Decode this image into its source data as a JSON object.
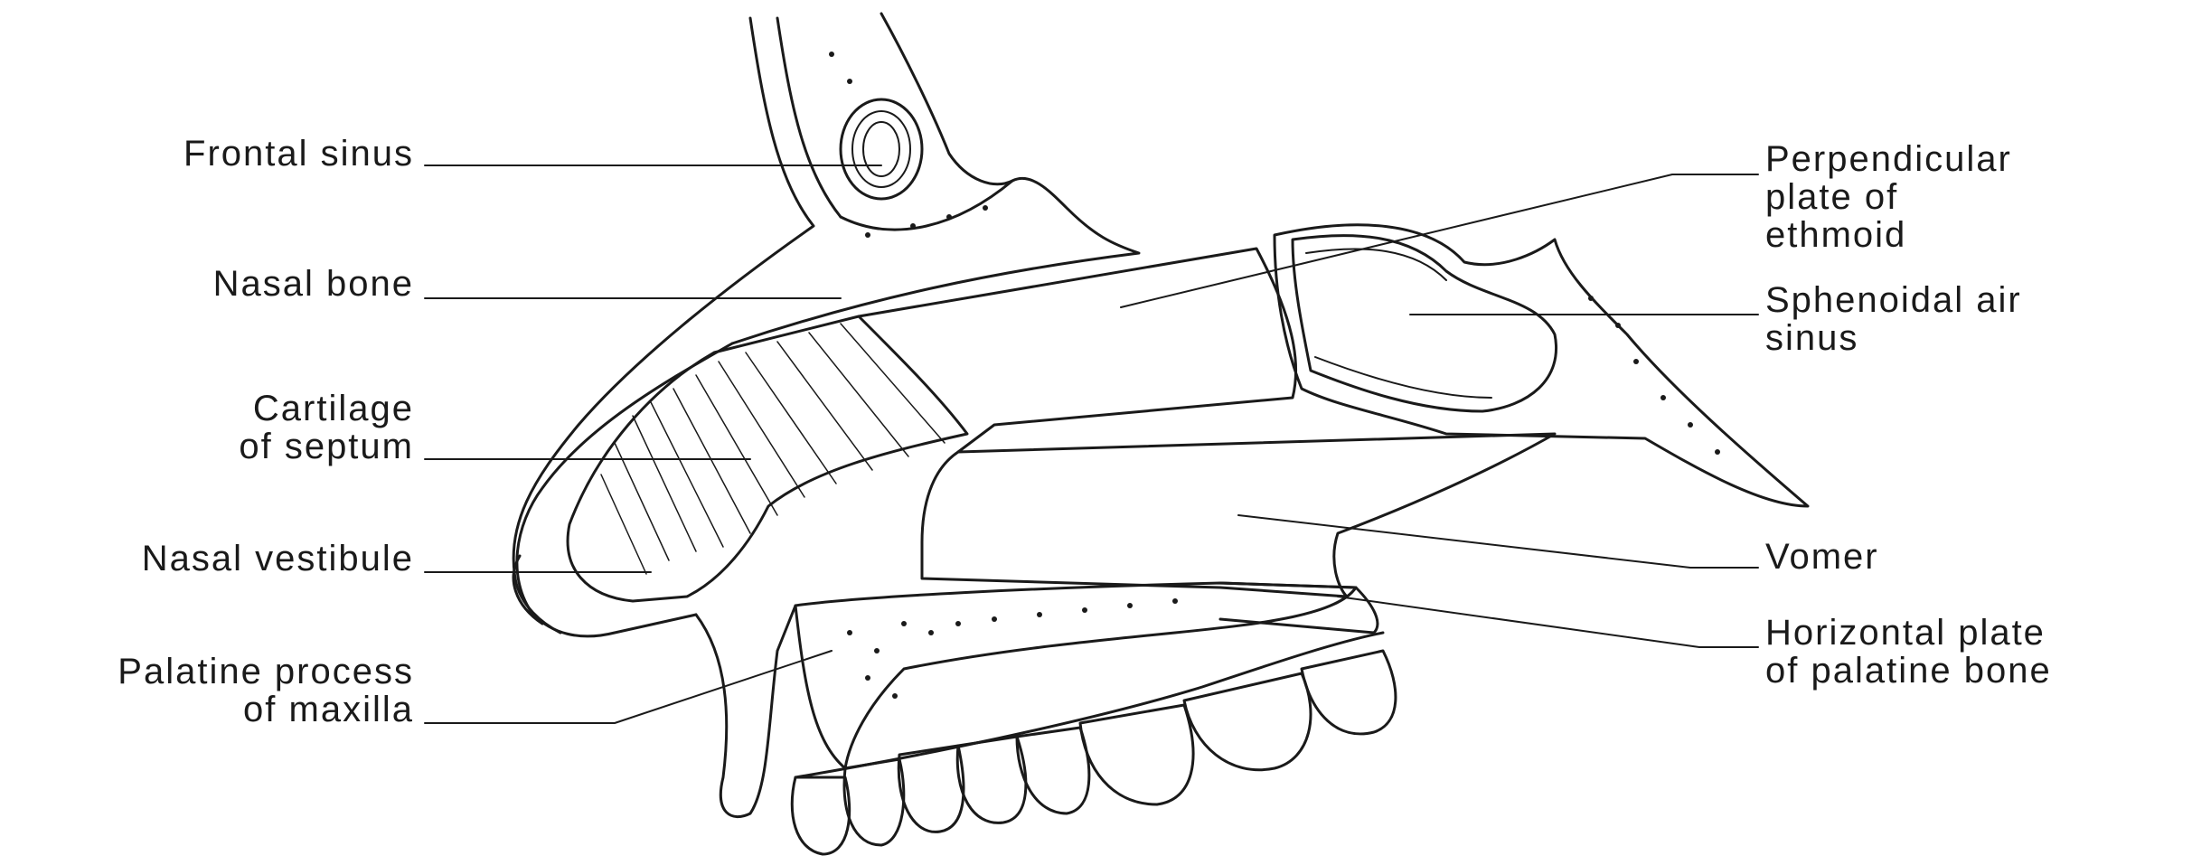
{
  "labels": {
    "frontal_sinus": "Frontal sinus",
    "nasal_bone": "Nasal bone",
    "cartilage_line1": "Cartilage",
    "cartilage_line2": "of septum",
    "nasal_vestibule": "Nasal vestibule",
    "palatine_process_line1": "Palatine process",
    "palatine_process_line2": "of maxilla",
    "perpendicular_line1": "Perpendicular",
    "perpendicular_line2": "plate of",
    "perpendicular_line3": "ethmoid",
    "sphenoidal_line1": "Sphenoidal air",
    "sphenoidal_line2": "sinus",
    "vomer": "Vomer",
    "horizontal_line1": "Horizontal plate",
    "horizontal_line2": "of palatine bone"
  },
  "colors": {
    "ink": "#1a1a1a",
    "background": "#ffffff"
  }
}
